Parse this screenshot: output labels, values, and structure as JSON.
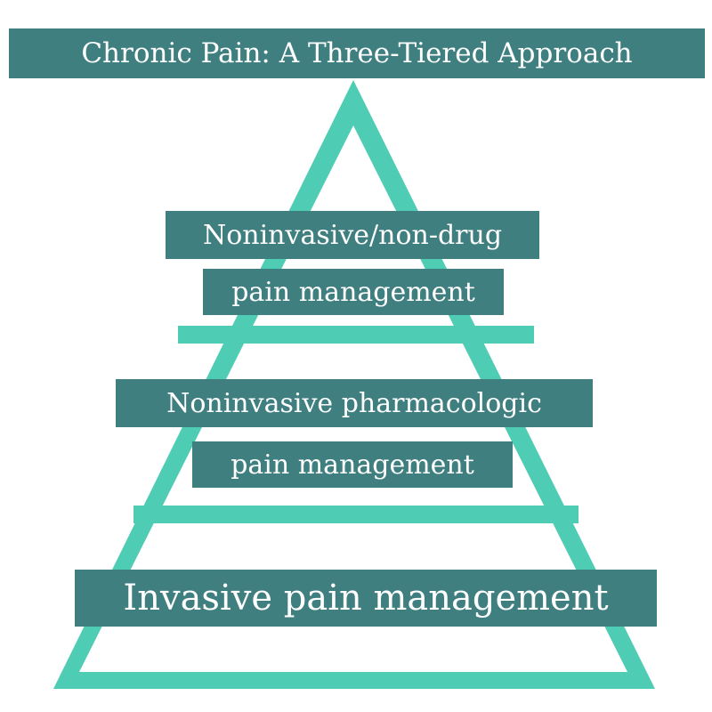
{
  "colors": {
    "triangle": "#4ecdb4",
    "label_background": "#3f7f80",
    "label_text": "#ffffff",
    "background": "#ffffff"
  },
  "title": "Chronic Pain: A Three-Tiered Approach",
  "tiers": [
    {
      "line1": "Noninvasive/non-drug",
      "line2": "pain management"
    },
    {
      "line1": "Noninvasive pharmacologic",
      "line2": "pain management"
    },
    {
      "line1": "Invasive pain management"
    }
  ]
}
